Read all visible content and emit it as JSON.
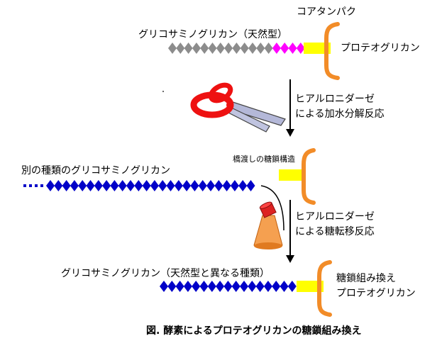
{
  "labels": {
    "core_protein": "コアタンパク",
    "glycosaminoglycan_native": "グリコサミノグリカン（天然型）",
    "proteoglycan": "プロテオグリカン",
    "hyaluronidase_hydrolysis": "ヒアルロニダーゼ\nによる加水分解反応",
    "bridging_structure": "橋渡しの糖鎖構造",
    "other_glycosaminoglycan": "別の種類のグリコサミノグリカン",
    "hyaluronidase_transglycosylation": "ヒアルロニダーゼ\nによる糖転移反応",
    "glycosaminoglycan_other_type": "グリコサミノグリカン（天然型と異なる種類）",
    "remodeled_proteoglycan": "糖鎖組み換え\nプロテオグリカン",
    "caption": "図. 酵素によるプロテオグリカンの糖鎖組み換え"
  },
  "colors": {
    "native_chain": "#8c8c8c",
    "bridge_unit": "#ff00ff",
    "new_chain": "#0000c8",
    "core_protein": "#ffff00",
    "bracket": "#f28c28",
    "scissors_handle": "#ee1111",
    "scissors_blade": "#b4b8d8",
    "flask_body": "#f5a050",
    "flask_cap": "#dd2222",
    "arrow": "#000000"
  },
  "icons": {
    "scissors": "scissors-icon",
    "reaction_flask": "reaction-flask-icon"
  }
}
